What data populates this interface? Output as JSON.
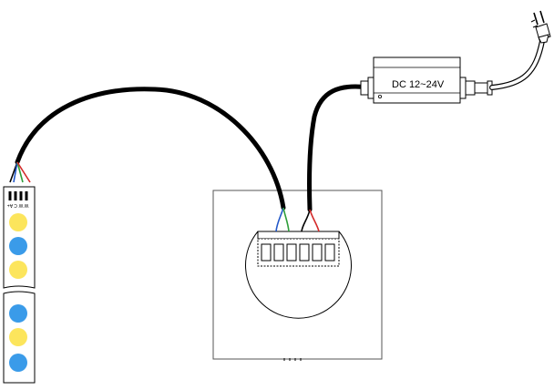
{
  "power_adapter": {
    "label": "DC 12~24V"
  },
  "led_strip": {
    "pin_labels": [
      "A+",
      "C",
      "W",
      "W"
    ],
    "led_colors": [
      "#FCE55C",
      "#3A9BE9",
      "#FCE55C",
      "#3A9BE9",
      "#FCE55C",
      "#3A9BE9"
    ]
  },
  "wires": {
    "colors": {
      "black": "#000000",
      "blue": "#2257C8",
      "green": "#2E9E3A",
      "red": "#D42A2A"
    }
  }
}
